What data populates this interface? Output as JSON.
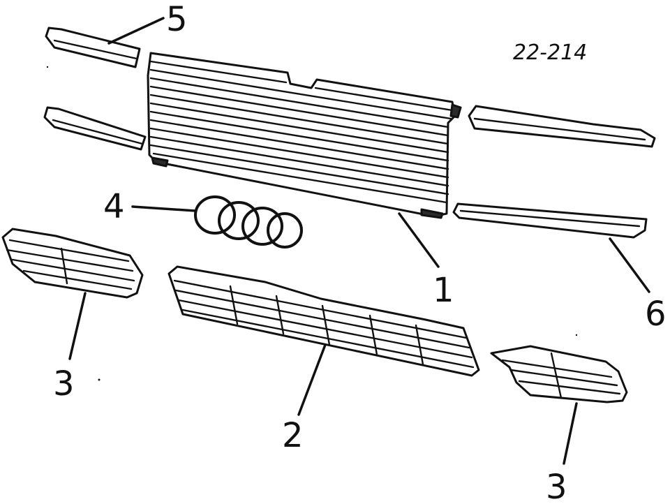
{
  "diagram": {
    "reference_number": "22-214",
    "callouts": {
      "grille": "1",
      "lower_grille": "2",
      "side_grille_left": "3",
      "side_grille_right": "3",
      "emblem": "4",
      "upper_trim": "5",
      "lower_trim": "6"
    },
    "colors": {
      "ink": "#111111",
      "paper": "#ffffff"
    }
  }
}
